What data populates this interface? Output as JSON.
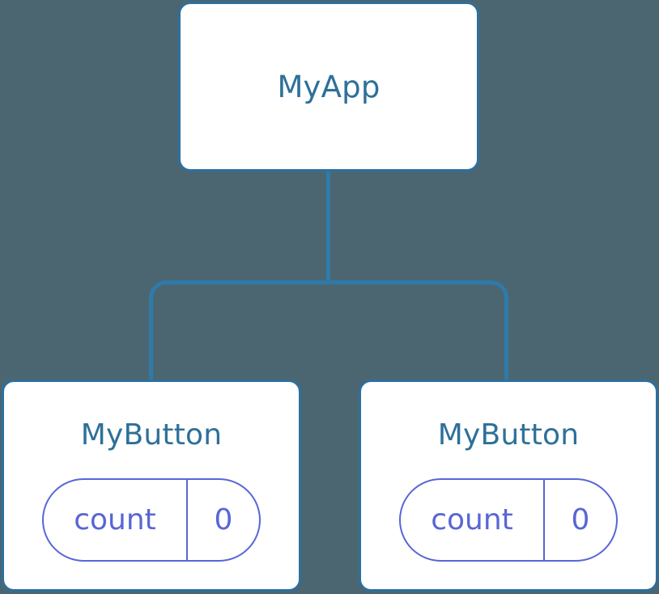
{
  "diagram": {
    "type": "component-tree",
    "background_color": "#4b6671",
    "node_border_color": "#2e6f9e",
    "node_fill_color": "#ffffff",
    "node_title_color": "#2e7099",
    "state_accent_color": "#5866d6",
    "connector_color": "#2e7bab",
    "root": {
      "title": "MyApp"
    },
    "children": [
      {
        "title": "MyButton",
        "state": {
          "key": "count",
          "value": "0"
        }
      },
      {
        "title": "MyButton",
        "state": {
          "key": "count",
          "value": "0"
        }
      }
    ]
  }
}
